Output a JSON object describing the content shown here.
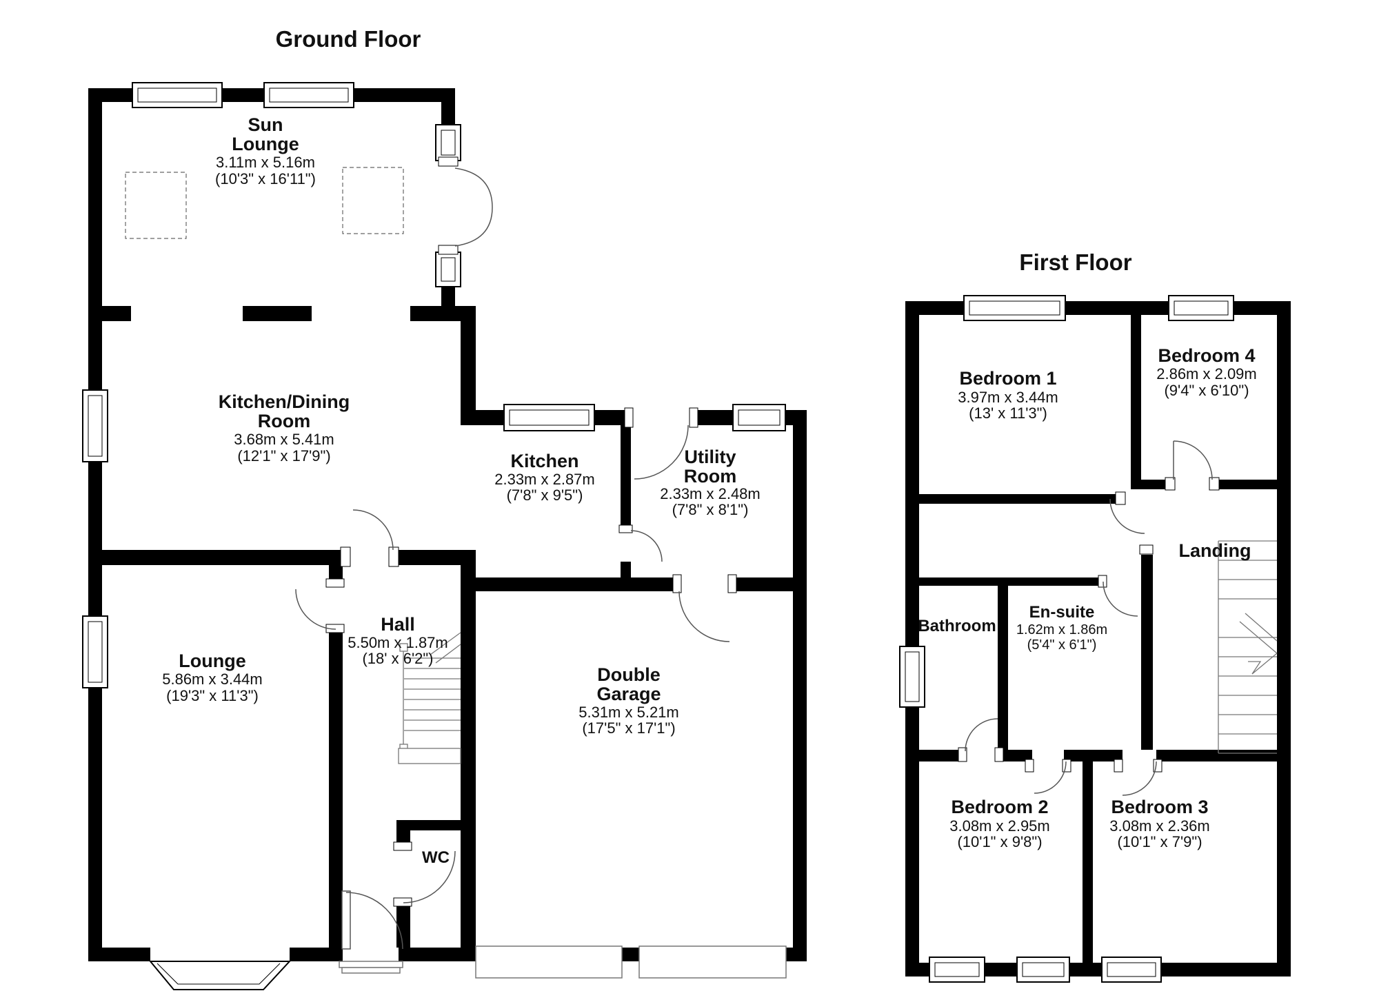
{
  "colors": {
    "wall": "#000000",
    "background": "#ffffff",
    "door_arc": "#555555",
    "stair_line": "#777777",
    "garage_door_border": "#777777",
    "text": "#111111"
  },
  "ground_floor": {
    "title": "Ground Floor",
    "rooms": {
      "sun_lounge": {
        "name1": "Sun",
        "name2": "Lounge",
        "metric": "3.11m x 5.16m",
        "imperial": "(10'3\" x 16'11\")"
      },
      "kitchen_dining": {
        "name1": "Kitchen/Dining",
        "name2": "Room",
        "metric": "3.68m x 5.41m",
        "imperial": "(12'1\" x 17'9\")"
      },
      "kitchen": {
        "name1": "Kitchen",
        "metric": "2.33m x 2.87m",
        "imperial": "(7'8\" x 9'5\")"
      },
      "utility": {
        "name1": "Utility",
        "name2": "Room",
        "metric": "2.33m x 2.48m",
        "imperial": "(7'8\" x 8'1\")"
      },
      "lounge": {
        "name1": "Lounge",
        "metric": "5.86m x 3.44m",
        "imperial": "(19'3\" x 11'3\")"
      },
      "hall": {
        "name1": "Hall",
        "metric": "5.50m x 1.87m",
        "imperial": "(18' x 6'2\")"
      },
      "wc": {
        "name1": "WC"
      },
      "double_garage": {
        "name1": "Double",
        "name2": "Garage",
        "metric": "5.31m x 5.21m",
        "imperial": "(17'5\" x 17'1\")"
      }
    }
  },
  "first_floor": {
    "title": "First Floor",
    "rooms": {
      "bedroom1": {
        "name1": "Bedroom 1",
        "metric": "3.97m x 3.44m",
        "imperial": "(13' x 11'3\")"
      },
      "bedroom4": {
        "name1": "Bedroom 4",
        "metric": "2.86m x 2.09m",
        "imperial": "(9'4\" x 6'10\")"
      },
      "bathroom": {
        "name1": "Bathroom"
      },
      "ensuite": {
        "name1": "En-suite",
        "metric": "1.62m x 1.86m",
        "imperial": "(5'4\" x 6'1\")"
      },
      "landing": {
        "name1": "Landing"
      },
      "bedroom2": {
        "name1": "Bedroom 2",
        "metric": "3.08m x 2.95m",
        "imperial": "(10'1\" x 9'8\")"
      },
      "bedroom3": {
        "name1": "Bedroom 3",
        "metric": "3.08m x 2.36m",
        "imperial": "(10'1\" x 7'9\")"
      }
    }
  }
}
